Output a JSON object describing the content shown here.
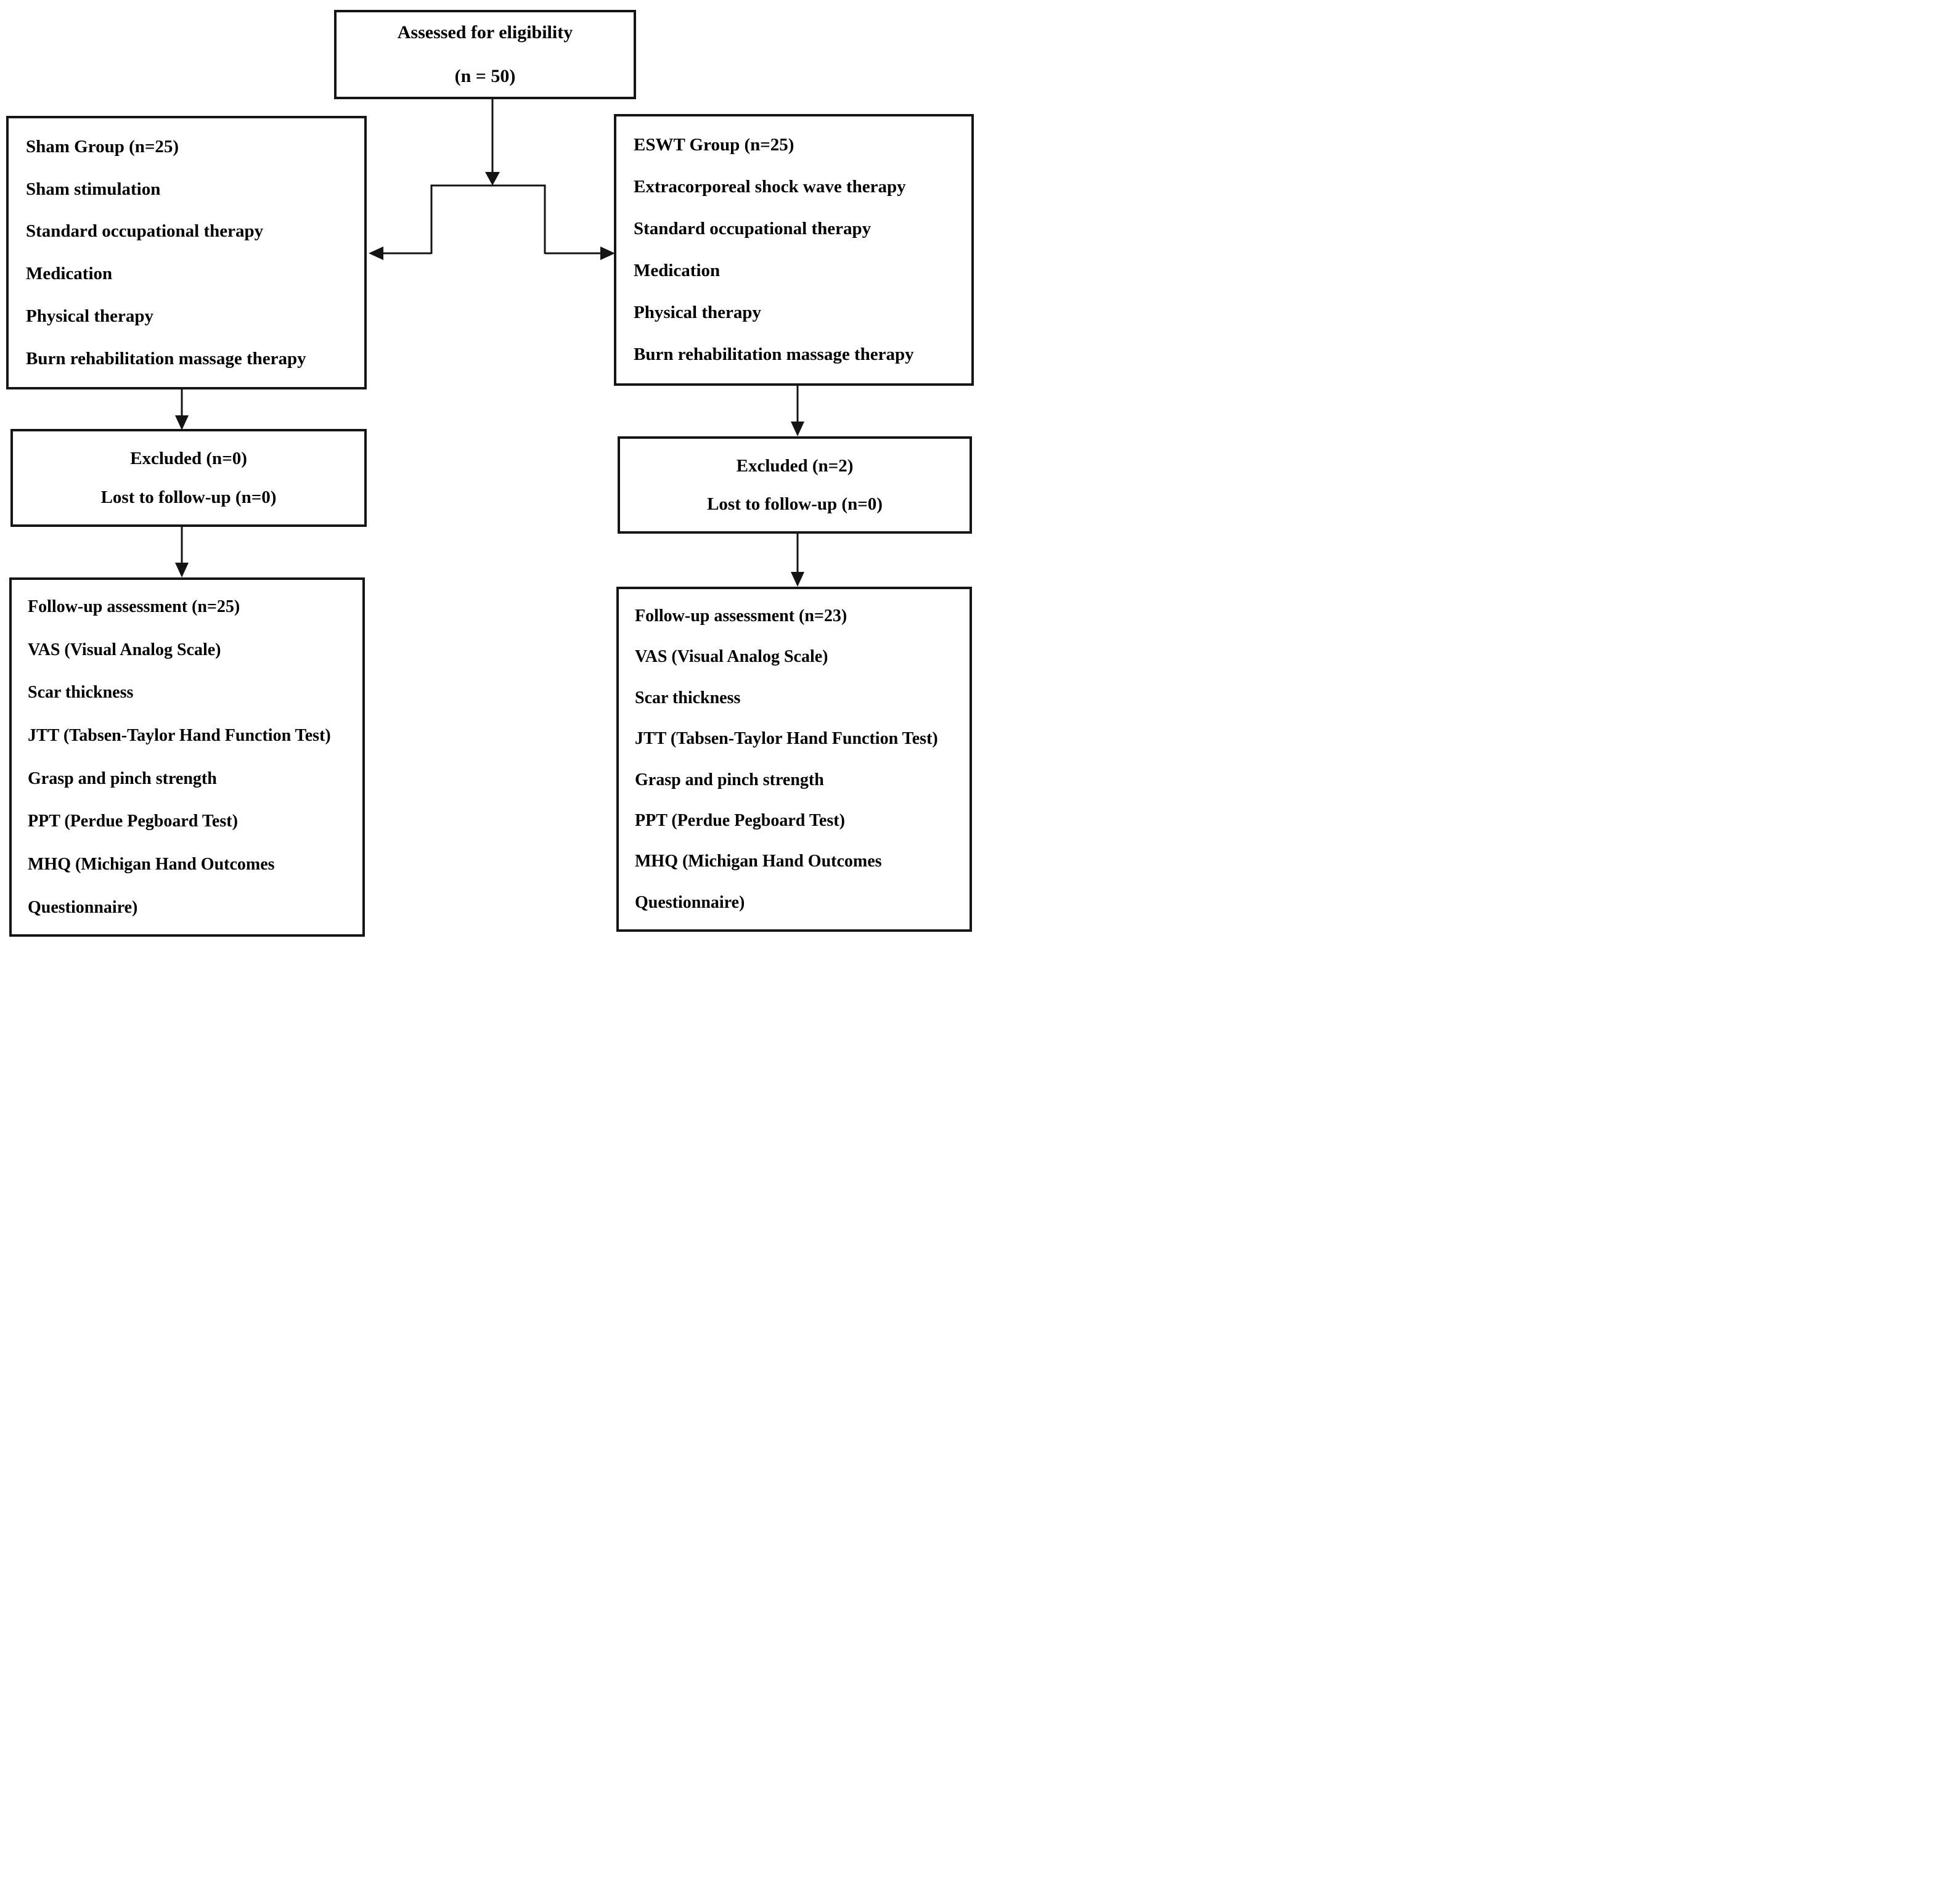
{
  "assessed": {
    "line1": "Assessed for eligibility",
    "line2": "(n = 50)"
  },
  "sham_group": {
    "title": "Sham Group (n=25)",
    "items": [
      "Sham stimulation",
      "Standard occupational therapy",
      "Medication",
      "Physical therapy",
      "Burn rehabilitation massage therapy"
    ]
  },
  "eswt_group": {
    "title": "ESWT Group (n=25)",
    "items": [
      "Extracorporeal shock wave therapy",
      "Standard occupational therapy",
      "Medication",
      "Physical therapy",
      "Burn rehabilitation massage therapy"
    ]
  },
  "sham_excluded": {
    "line1": "Excluded (n=0)",
    "line2": "Lost to follow-up (n=0)"
  },
  "eswt_excluded": {
    "line1": "Excluded (n=2)",
    "line2": "Lost to follow-up (n=0)"
  },
  "sham_followup": {
    "title": "Follow-up assessment (n=25)",
    "items": [
      "VAS (Visual Analog Scale)",
      "Scar thickness",
      "JTT (Tabsen-Taylor Hand Function Test)",
      "Grasp and pinch strength",
      "PPT (Perdue Pegboard Test)",
      "MHQ (Michigan Hand Outcomes",
      "Questionnaire)"
    ]
  },
  "eswt_followup": {
    "title": "Follow-up assessment (n=23)",
    "items": [
      "VAS (Visual Analog Scale)",
      "Scar thickness",
      "JTT (Tabsen-Taylor Hand Function Test)",
      "Grasp and pinch strength",
      "PPT (Perdue Pegboard Test)",
      "MHQ (Michigan Hand Outcomes",
      "Questionnaire)"
    ]
  },
  "colors": {
    "ink": "#000000",
    "background": "#ffffff"
  }
}
